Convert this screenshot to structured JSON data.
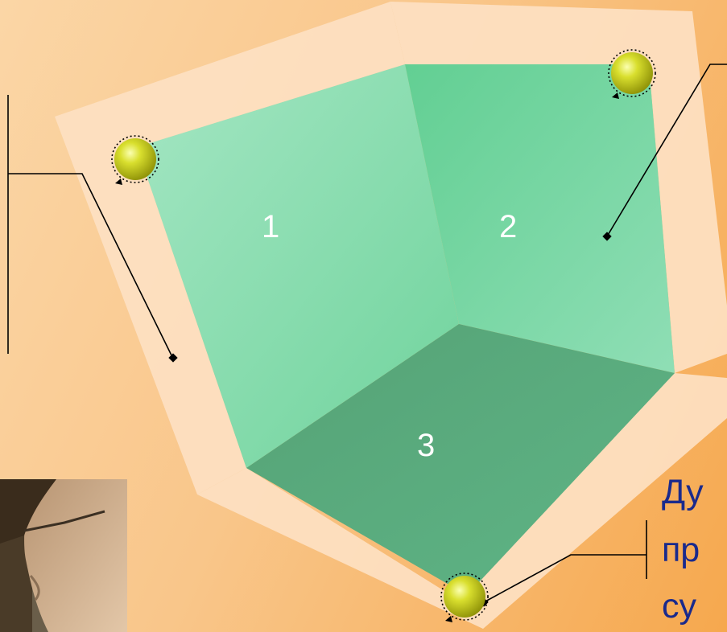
{
  "diagram": {
    "faces": [
      {
        "id": "1",
        "label": "1"
      },
      {
        "id": "2",
        "label": "2"
      },
      {
        "id": "3",
        "label": "3"
      }
    ],
    "colors": {
      "background": "#f9c68a",
      "frame": "#fde0c2",
      "face1": "#82dbaa",
      "face2": "#6fd39c",
      "face3": "#58a87c",
      "marker": "#c8cf1a",
      "line": "#000000",
      "text": "#1a2a8c"
    },
    "callout_text": {
      "line1": "Ду",
      "line2": "пр",
      "line3": "су"
    },
    "markers": [
      "marker-ball-icon",
      "marker-ball-icon",
      "marker-ball-icon"
    ],
    "photo_icon": "person-profile-photo-icon"
  }
}
